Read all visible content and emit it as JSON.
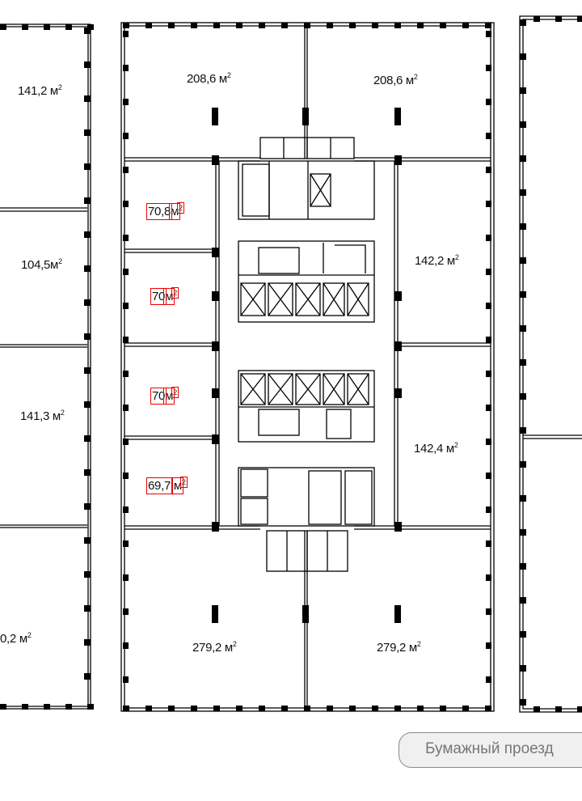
{
  "rooms": {
    "left_1": {
      "area": "141,2 м",
      "unit_sup": "2"
    },
    "left_2": {
      "area": "104,5м",
      "unit_sup": "2"
    },
    "left_3": {
      "area": "141,3 м",
      "unit_sup": "2"
    },
    "left_4": {
      "area": "0,2 м",
      "unit_sup": "2"
    },
    "top_left": {
      "area": "208,6 м",
      "unit_sup": "2"
    },
    "top_right": {
      "area": "208,6 м",
      "unit_sup": "2"
    },
    "office_1": {
      "area": "70,8",
      "unit": "м",
      "unit_sup": "2"
    },
    "office_2": {
      "area": "70",
      "unit": "м",
      "unit_sup": "2"
    },
    "office_3": {
      "area": "70",
      "unit": "м",
      "unit_sup": "2"
    },
    "office_4": {
      "area": "69,7",
      "unit": "м",
      "unit_sup": "2"
    },
    "right_1": {
      "area": "142,2 м",
      "unit_sup": "2"
    },
    "right_2": {
      "area": "142,4 м",
      "unit_sup": "2"
    },
    "bottom_left": {
      "area": "279,2 м",
      "unit_sup": "2"
    },
    "bottom_right": {
      "area": "279,2 м",
      "unit_sup": "2"
    }
  },
  "street_button": {
    "label": "Бумажный проезд"
  },
  "colors": {
    "wall": "#000000",
    "highlight": "#ee0000",
    "button_bg": "#f0f0f0",
    "button_text": "#777777"
  }
}
